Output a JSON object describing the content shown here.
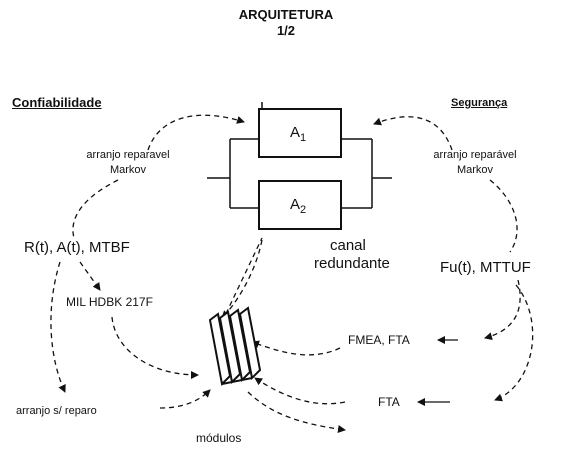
{
  "title": {
    "line1": "ARQUITETURA",
    "line2": "1/2"
  },
  "headings": {
    "left": "Confiabilidade",
    "right": "Segurança"
  },
  "components": {
    "a1": {
      "letter": "A",
      "index": "1"
    },
    "a2": {
      "letter": "A",
      "index": "2"
    }
  },
  "labels": {
    "arranjo_left_1": "arranjo reparavel",
    "arranjo_left_2": "Markov",
    "arranjo_right_1": "arranjo reparável",
    "arranjo_right_2": "Markov",
    "metrics_left": "R(t), A(t), MTBF",
    "metrics_right": "Fu(t), MTTUF",
    "canal_1": "canal",
    "canal_2": "redundante",
    "mil": "MIL HDBK 217F",
    "fmea": "FMEA, FTA",
    "fta": "FTA",
    "sem_reparo": "arranjo s/ reparo",
    "modulos": "módulos"
  }
}
